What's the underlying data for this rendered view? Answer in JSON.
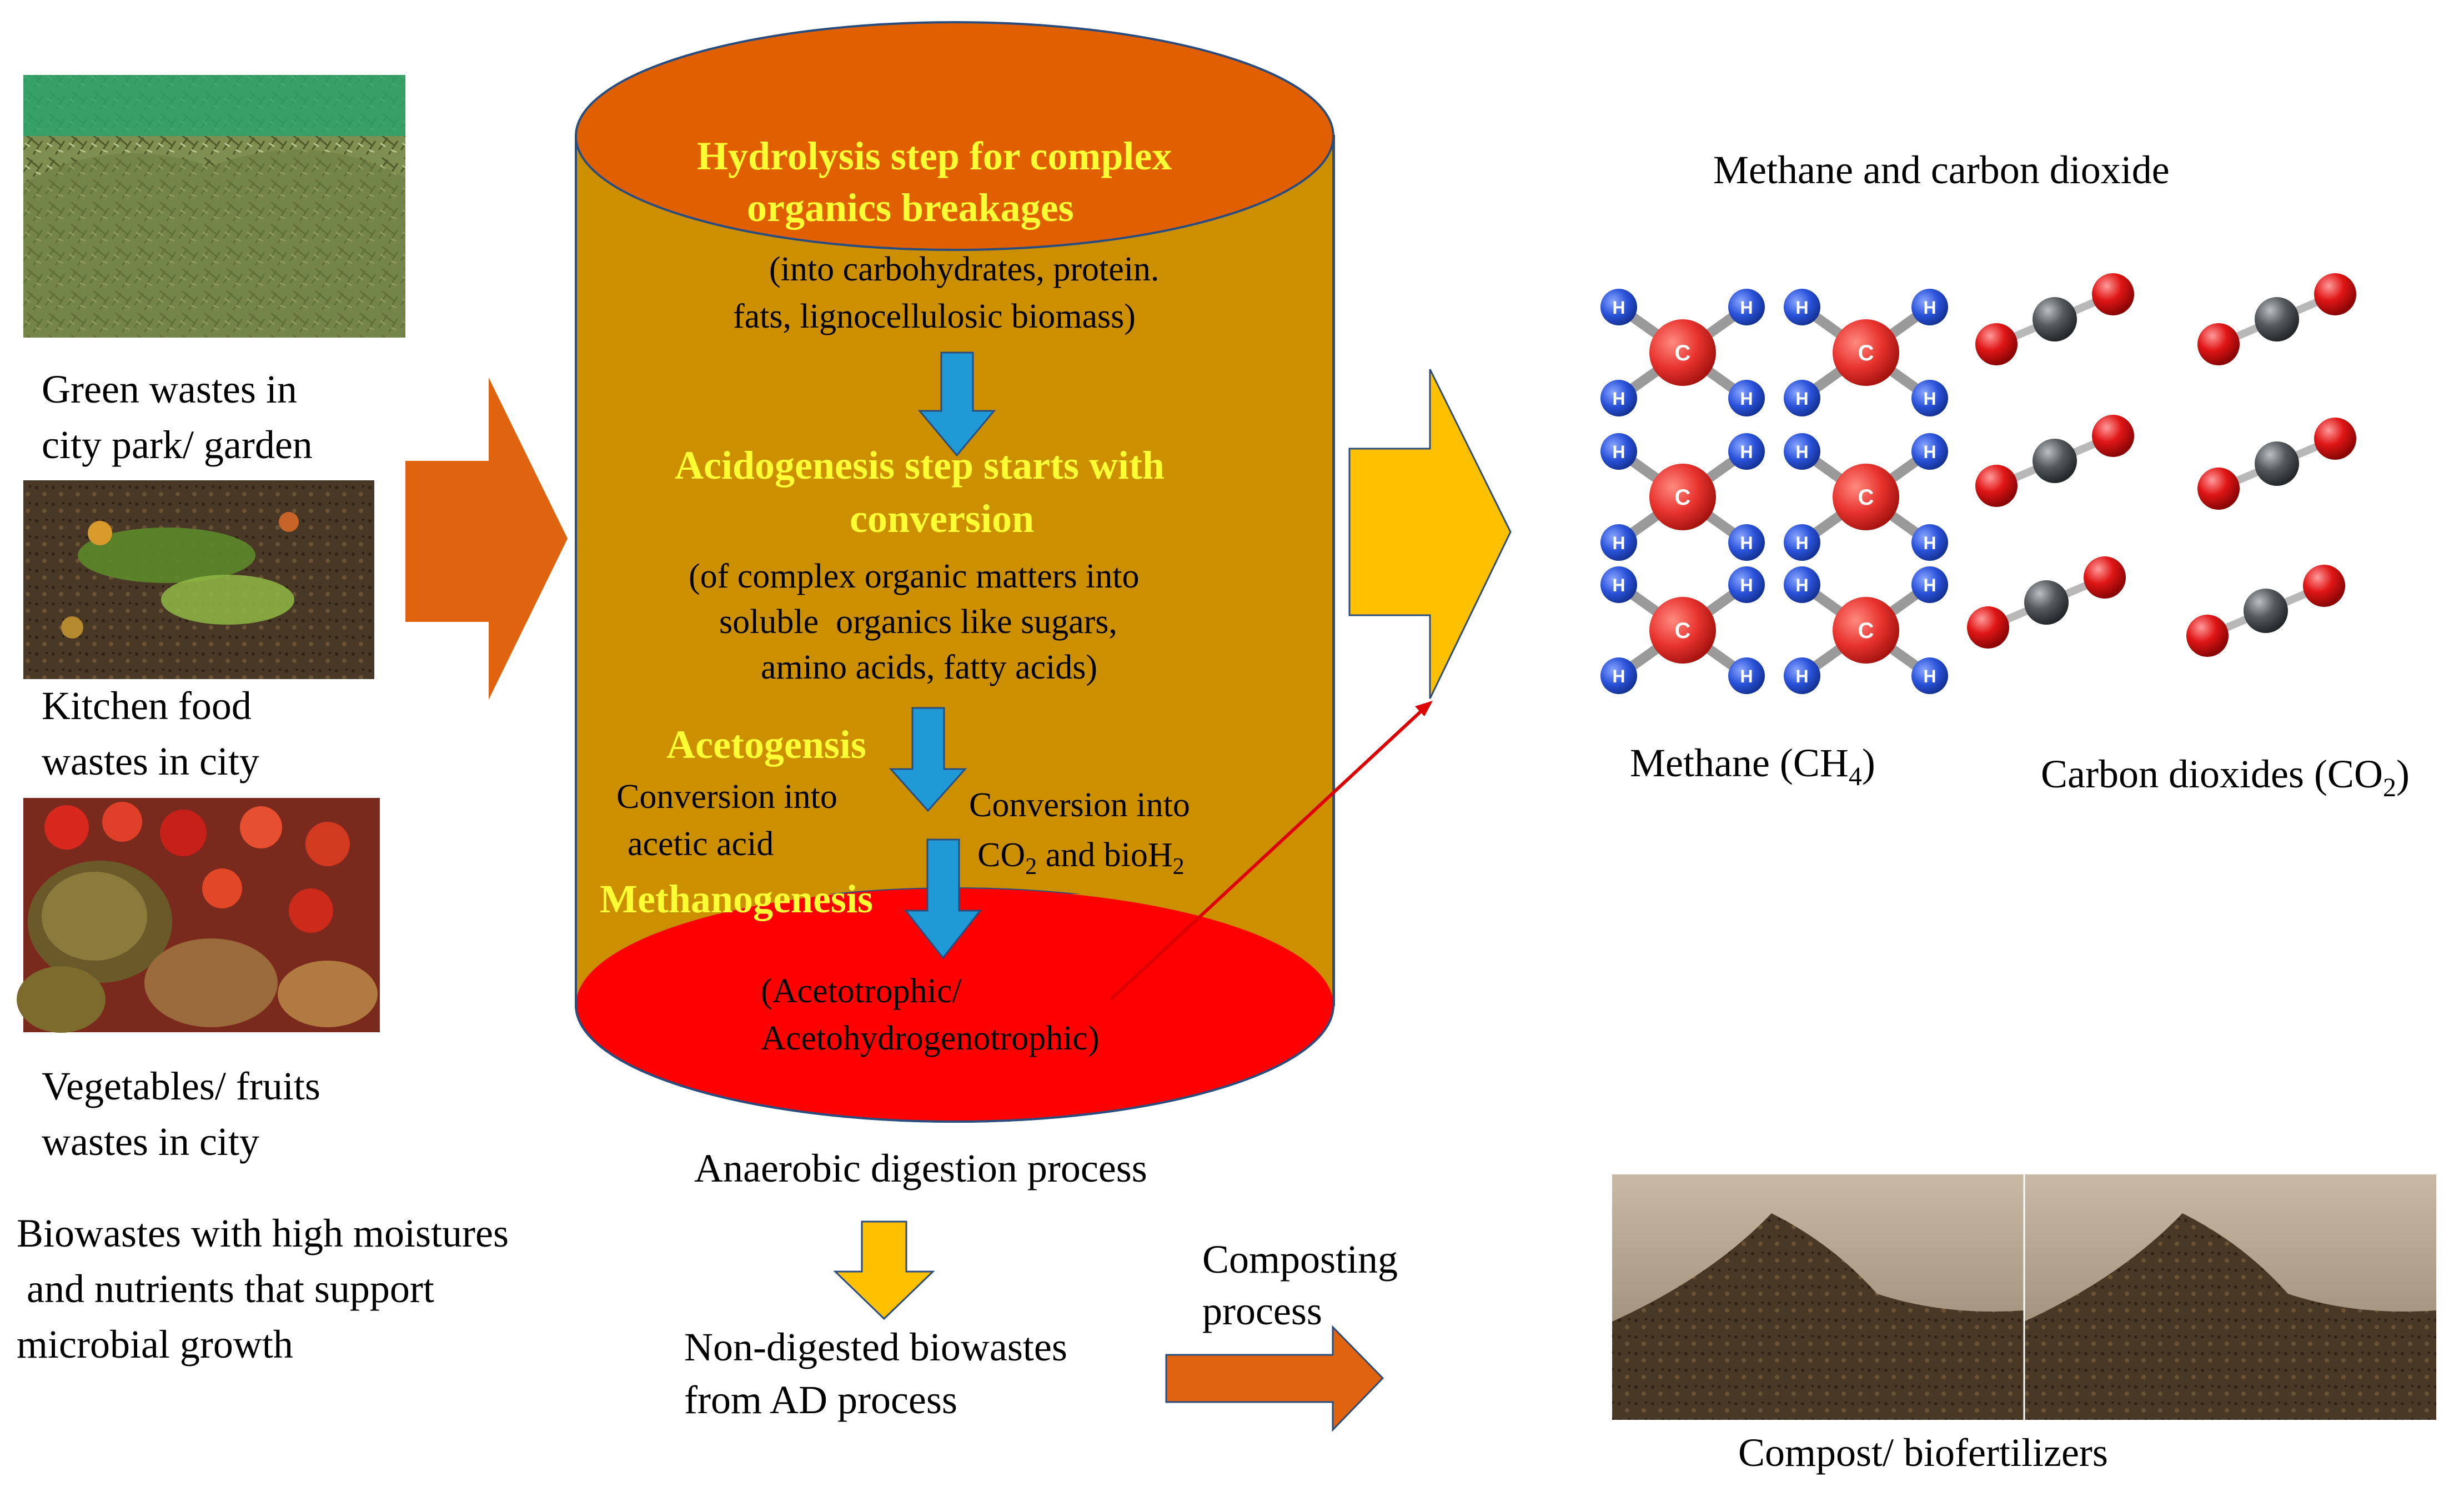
{
  "sources": {
    "green": {
      "line1": "Green wastes in",
      "line2": "city park/ garden"
    },
    "kitchen": {
      "line1": "Kitchen food",
      "line2": "wastes in city"
    },
    "veg": {
      "line1": "Vegetables/ fruits",
      "line2": "wastes in city"
    },
    "summary": {
      "line1": "Biowastes with high moistures",
      "line2": " and nutrients that support",
      "line3": "microbial growth"
    }
  },
  "digester": {
    "hydrolysis": {
      "title1": "Hydrolysis step for complex",
      "title2": "organics breakages",
      "desc1": "(into carbohydrates, protein.",
      "desc2": "fats, lignocellulosic biomass)"
    },
    "acidogenesis": {
      "title1": "Acidogenesis step starts with",
      "title2": "conversion",
      "desc1": "(of complex organic matters into",
      "desc2": "soluble  organics like sugars,",
      "desc3": "amino acids, fatty acids)"
    },
    "acetogenesis": {
      "title": "Acetogensis",
      "left1": "Conversion into",
      "left2": "acetic acid",
      "right1": "Conversion into",
      "right2a": "CO",
      "right2sub": "2",
      "right2b": " and bioH",
      "right2sub2": "2"
    },
    "methanogenesis": {
      "title": "Methanogenesis",
      "desc1": "(Acetotrophic/",
      "desc2": "Acetohydrogenotrophic)"
    },
    "caption": "Anaerobic digestion process"
  },
  "products": {
    "heading": "Methane and carbon dioxide",
    "methane": {
      "label": "Methane (CH",
      "sub": "4",
      "close": ")",
      "atom_c": "C",
      "atom_h": "H"
    },
    "co2": {
      "label": "Carbon dioxides (CO",
      "sub": "2",
      "close": ")"
    }
  },
  "residue": {
    "line1": "Non-digested biowastes",
    "line2": "from AD process",
    "composting1": "Composting",
    "composting2": "process",
    "compost_caption": "Compost/ biofertilizers"
  },
  "colors": {
    "tank_body": "#cc8f00",
    "tank_top": "#e06000",
    "tank_bottom": "#ff0000",
    "yellow_text": "#ffff33",
    "blue_arrow": "#1f9ad6",
    "orange_arrow": "#e06410",
    "gold_arrow": "#ffc000",
    "red_line": "#dd0000",
    "atom_c": "#e8332e",
    "atom_h": "#2a52d9",
    "atom_o": "#dd1111",
    "atom_co2_c": "#555a5e"
  }
}
